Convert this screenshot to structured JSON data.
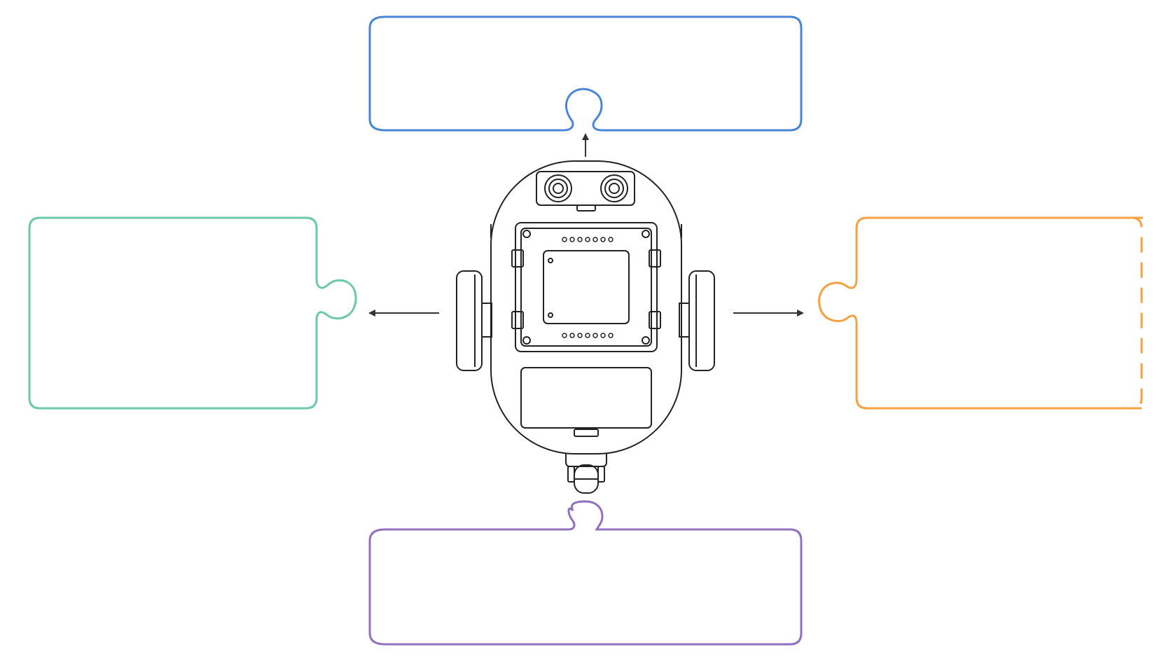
{
  "diagram": {
    "background": "#ffffff",
    "colors": {
      "top_panel": "#4a86d6",
      "left_panel": "#6cc9a8",
      "right_panel": "#f5a142",
      "bottom_panel": "#9370bf",
      "robot_line": "#222222",
      "arrow": "#333333"
    },
    "panels": [
      {
        "id": "top",
        "text": ""
      },
      {
        "id": "left",
        "text": ""
      },
      {
        "id": "right",
        "text": ""
      },
      {
        "id": "bottom",
        "text": ""
      }
    ],
    "robot": {
      "icon": "wheeled-robot-icon",
      "parts": [
        "ultrasonic-sensor-icon",
        "controller-board-icon",
        "battery-compartment-icon",
        "left-wheel-icon",
        "right-wheel-icon",
        "caster-wheel-icon"
      ]
    },
    "arrows": [
      {
        "id": "up",
        "icon": "arrow-up-icon"
      },
      {
        "id": "left",
        "icon": "arrow-left-icon"
      },
      {
        "id": "right",
        "icon": "arrow-right-icon"
      }
    ]
  }
}
